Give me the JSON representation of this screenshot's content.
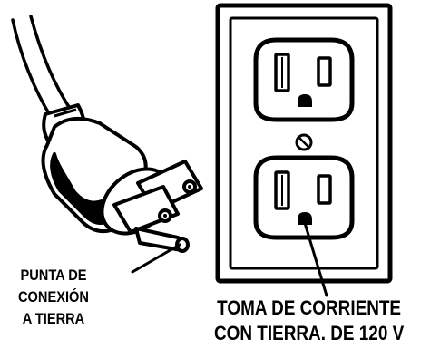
{
  "diagram": {
    "plug_label_lines": [
      "PUNTA DE",
      "CONEXIÓN",
      "A TIERRA"
    ],
    "outlet_label_lines": [
      "TOMA DE CORRIENTE",
      "CON TIERRA. DE 120 V"
    ]
  },
  "colors": {
    "ink": "#000000",
    "paper": "#ffffff"
  }
}
